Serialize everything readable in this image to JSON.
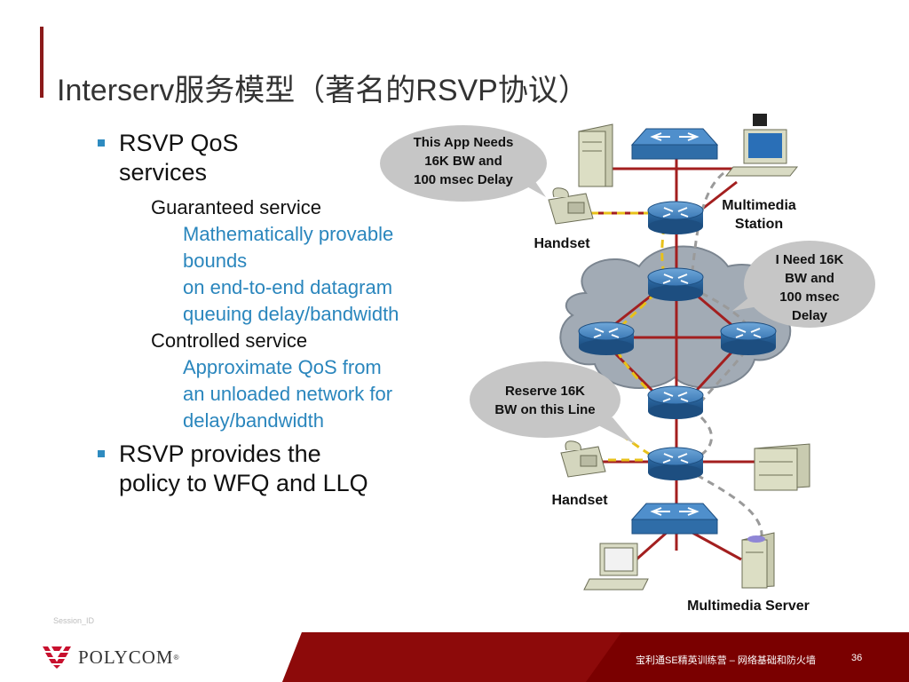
{
  "slide": {
    "title": "Interserv服务模型（著名的RSVP协议）",
    "session_id": "Session_ID",
    "footer_text": "宝利通SE精英训练营 – 网络基础和防火墙",
    "page_number": "36",
    "logo_text": "POLYCOM",
    "logo_mark": "®"
  },
  "bullets": {
    "b1_line1": "RSVP QoS",
    "b1_line2": "services",
    "guaranteed": "Guaranteed service",
    "g1": "Mathematically provable",
    "g2": "bounds",
    "g3": "on end-to-end datagram",
    "g4": "queuing delay/bandwidth",
    "controlled": "Controlled service",
    "c1": "Approximate QoS from",
    "c2": "an unloaded network for",
    "c3": "delay/bandwidth",
    "b2_line1": "RSVP provides the",
    "b2_line2": "policy to WFQ and LLQ"
  },
  "diagram": {
    "bubble_top_l1": "This App Needs",
    "bubble_top_l2": "16K BW and",
    "bubble_top_l3": "100 msec Delay",
    "bubble_right_l1": "I Need 16K",
    "bubble_right_l2": "BW and",
    "bubble_right_l3": "100 msec",
    "bubble_right_l4": "Delay",
    "bubble_mid_l1": "Reserve 16K",
    "bubble_mid_l2": "BW on this Line",
    "label_station_l1": "Multimedia",
    "label_station_l2": "Station",
    "label_handset_top": "Handset",
    "label_handset_bottom": "Handset",
    "label_server": "Multimedia Server"
  },
  "colors": {
    "accent_red": "#8b1a1a",
    "bullet_blue": "#2a86bd",
    "link_red": "#a31f1f",
    "router_blue": "#2f6da8",
    "rsvp_yellow": "#e8c11a",
    "cloud_gray": "#9aa3ad",
    "footer_red": "#7a0000"
  }
}
